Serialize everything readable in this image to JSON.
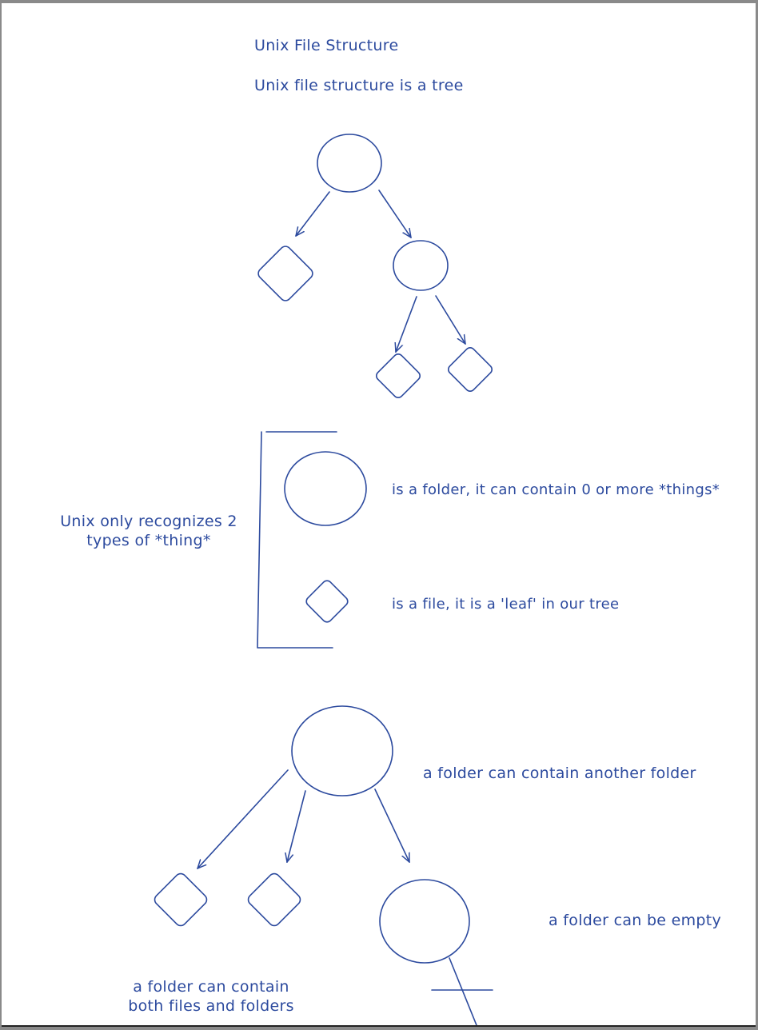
{
  "diagram": {
    "title": "Unix File Structure",
    "subtitle": "Unix file structure is a tree",
    "legend": {
      "group_label_line1": "Unix only recognizes 2",
      "group_label_line2": "types of *thing*",
      "folder_desc": "is a folder, it can contain 0 or more *things*",
      "file_desc": "is a file, it is a 'leaf' in our tree"
    },
    "example": {
      "note_nested": "a folder can contain another folder",
      "note_empty": "a folder can be empty",
      "note_mixed_line1": "a folder can contain",
      "note_mixed_line2": "both files and folders"
    },
    "ink_color": "#2c4a9e"
  }
}
